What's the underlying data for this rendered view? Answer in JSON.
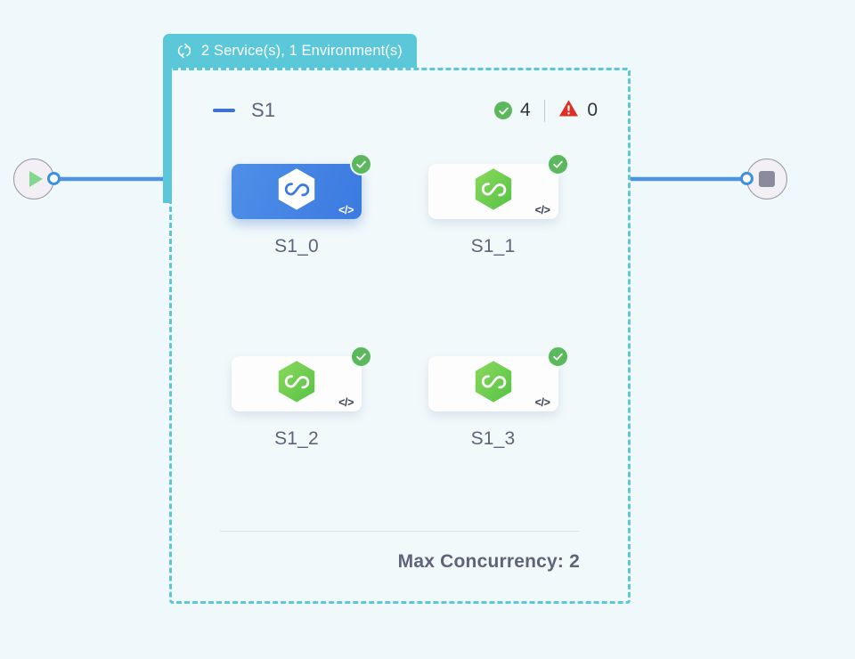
{
  "canvas": {
    "background_color": "#eff8fb"
  },
  "start_node": {
    "icon": "play-icon",
    "port": "output-port"
  },
  "end_node": {
    "icon": "stop-icon",
    "port": "input-port"
  },
  "group": {
    "tab": {
      "icon": "loop-refresh-icon",
      "label": "2 Service(s), 1 Environment(s)",
      "background_color": "#5ac8d8",
      "text_color": "#ffffff"
    },
    "border_color": "#5ac8d8",
    "collapse_control": "collapse-minus-icon",
    "title": "S1",
    "status": {
      "success_icon": "check-circle-icon",
      "success_count": "4",
      "error_icon": "warning-triangle-icon",
      "error_count": "0",
      "success_color": "#5cb85c",
      "error_color": "#dc3226"
    },
    "services": [
      {
        "label": "S1_0",
        "icon": "hexagon-infinity-icon",
        "selected": true,
        "status_icon": "check-circle-icon",
        "code_glyph": "</>",
        "accent_color": "#3b7ae0"
      },
      {
        "label": "S1_1",
        "icon": "hexagon-infinity-icon",
        "selected": false,
        "status_icon": "check-circle-icon",
        "code_glyph": "</>",
        "accent_color": "#6ccb49"
      },
      {
        "label": "S1_2",
        "icon": "hexagon-infinity-icon",
        "selected": false,
        "status_icon": "check-circle-icon",
        "code_glyph": "</>",
        "accent_color": "#6ccb49"
      },
      {
        "label": "S1_3",
        "icon": "hexagon-infinity-icon",
        "selected": false,
        "status_icon": "check-circle-icon",
        "code_glyph": "</>",
        "accent_color": "#6ccb49"
      }
    ],
    "footer": {
      "text": "Max Concurrency: 2"
    }
  },
  "edges": {
    "color": "#4a94e2"
  }
}
